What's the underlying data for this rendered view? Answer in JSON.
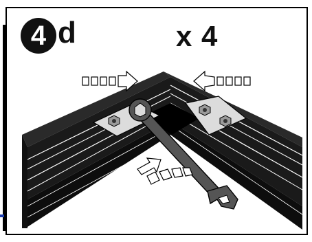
{
  "step": {
    "number": "4",
    "letter": "d"
  },
  "quantity_label": "x 4",
  "icons": {
    "step_badge": "step-number-badge",
    "tool": "wrench-icon",
    "arrows": [
      "arrow-right-icon",
      "arrow-left-icon",
      "arrow-up-right-icon"
    ]
  },
  "colors": {
    "profile": "#1a1a1a",
    "highlight": "#ffffff",
    "bracket": "#d9d9d9",
    "background": "#ffffff"
  }
}
